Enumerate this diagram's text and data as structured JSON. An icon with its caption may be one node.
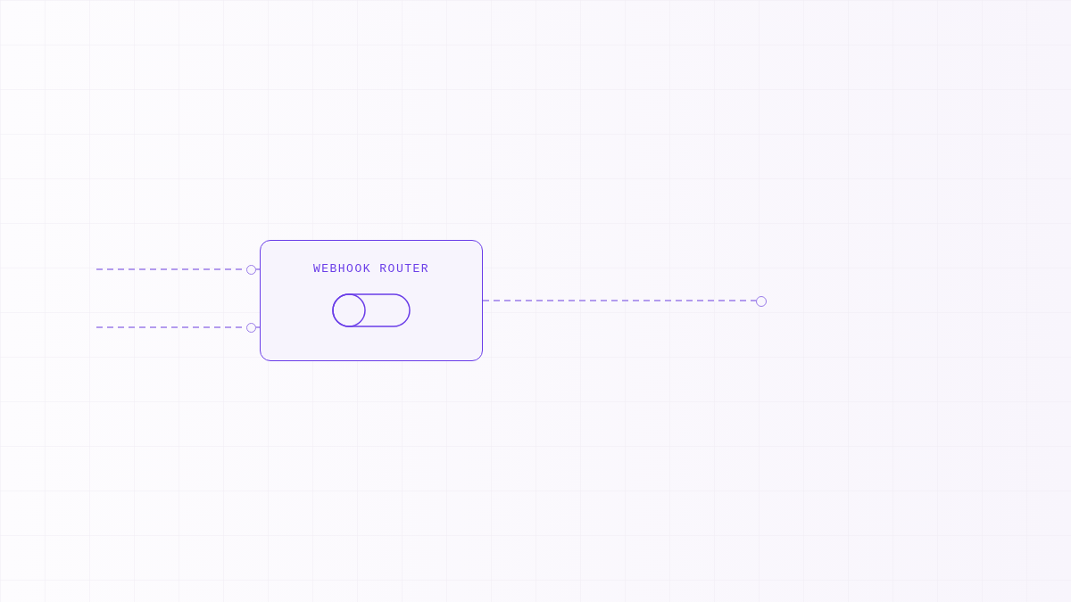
{
  "diagram": {
    "nodes": [
      {
        "text": [],
        "shape": "circle"
      },
      {
        "text": [],
        "shape": "circle"
      },
      {
        "text": [
          "WEBHOOK ROUTER"
        ]
      },
      {
        "text": [],
        "shape": "circle"
      }
    ],
    "edges": [
      {
        "from": null,
        "to": 0,
        "arrow": "none",
        "style": "dashed"
      },
      {
        "from": 0,
        "to": 2,
        "arrow": "none"
      },
      {
        "from": null,
        "to": 1,
        "arrow": "none",
        "style": "dashed"
      },
      {
        "from": 1,
        "to": 2,
        "arrow": "none"
      },
      {
        "from": 2,
        "to": 3,
        "arrow": "none",
        "style": "dashed"
      }
    ]
  }
}
